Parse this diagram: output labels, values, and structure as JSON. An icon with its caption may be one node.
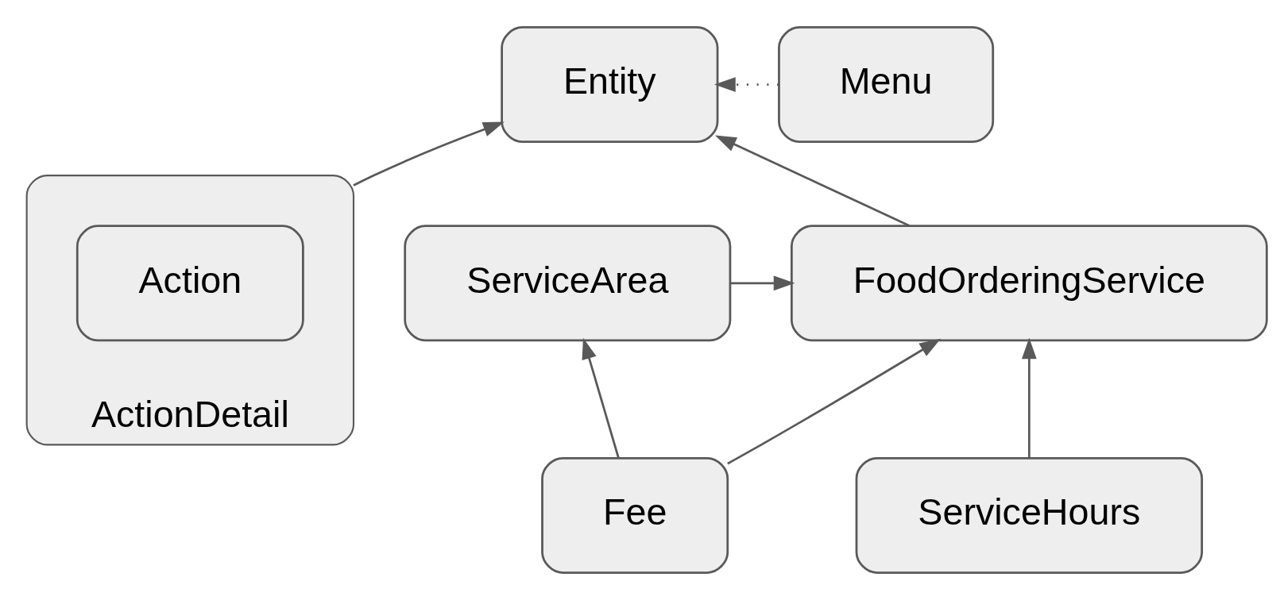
{
  "diagram": {
    "nodes": [
      {
        "text": [
          "Entity"
        ]
      },
      {
        "text": [
          "Menu"
        ]
      },
      {
        "text": [
          "ActionDetail"
        ]
      },
      {
        "text": [
          "Action"
        ],
        "in": 2
      },
      {
        "text": [
          "FoodOrderingService"
        ]
      },
      {
        "text": [
          "ServiceArea"
        ]
      },
      {
        "text": [
          "ServiceHours"
        ]
      },
      {
        "text": [
          "Fee"
        ]
      }
    ],
    "edges": [
      {
        "from": 1,
        "to": 0,
        "arrow": "to",
        "style": "dashed"
      },
      {
        "from": 2,
        "to": 0,
        "arrow": "to"
      },
      {
        "from": 4,
        "to": 0,
        "arrow": "to"
      },
      {
        "from": 5,
        "to": 4,
        "arrow": "to"
      },
      {
        "from": 6,
        "to": 4,
        "arrow": "to"
      },
      {
        "from": 7,
        "to": 4,
        "arrow": "to"
      },
      {
        "from": 7,
        "to": 5,
        "arrow": "to"
      }
    ]
  }
}
